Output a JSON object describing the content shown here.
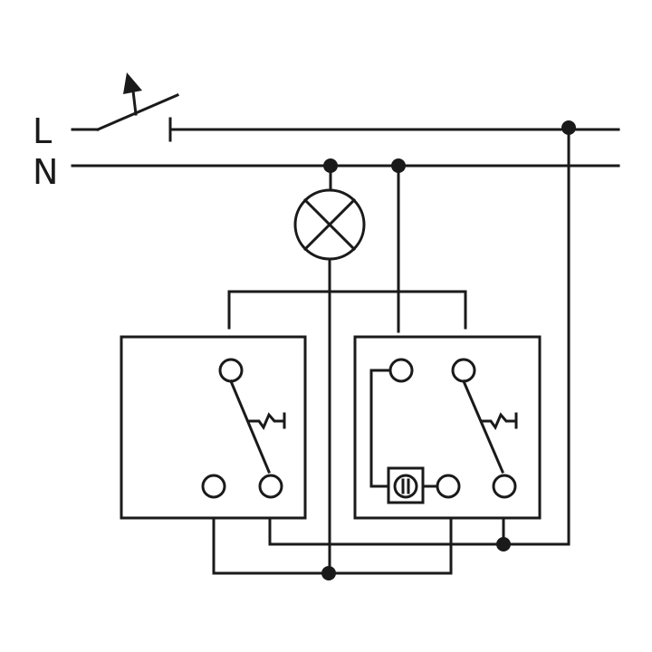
{
  "labels": {
    "line": "L",
    "neutral": "N"
  },
  "colors": {
    "stroke": "#1a1a1a",
    "background": "#ffffff"
  },
  "components": [
    "main-switch",
    "lamp",
    "two-way-switch-left",
    "two-way-switch-right-with-indicator"
  ]
}
